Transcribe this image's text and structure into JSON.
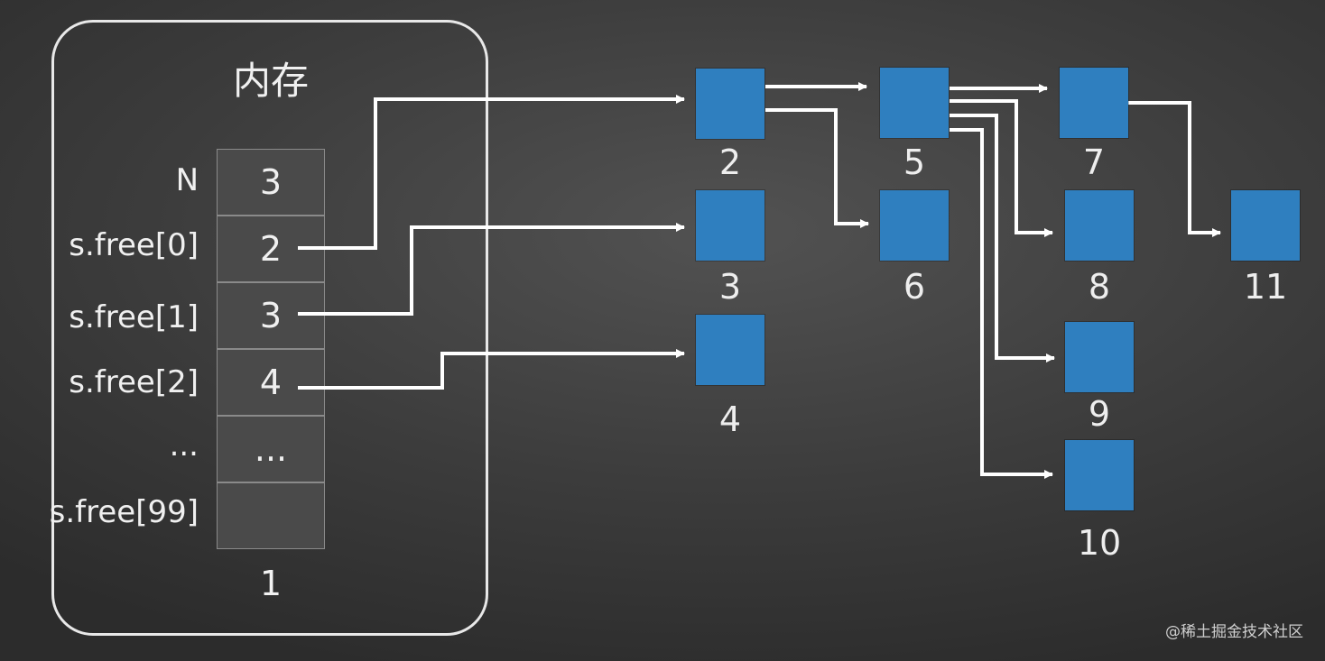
{
  "memory": {
    "title": "内存",
    "rows": [
      {
        "label": "N",
        "value": "3"
      },
      {
        "label": "s.free[0]",
        "value": "2"
      },
      {
        "label": "s.free[1]",
        "value": "3"
      },
      {
        "label": "s.free[2]",
        "value": "4"
      },
      {
        "label": "...",
        "value": "..."
      },
      {
        "label": "s.free[99]",
        "value": ""
      }
    ],
    "bottom_value": "1"
  },
  "nodes": {
    "n2": "2",
    "n3": "3",
    "n4": "4",
    "n5": "5",
    "n6": "6",
    "n7": "7",
    "n8": "8",
    "n9": "9",
    "n10": "10",
    "n11": "11"
  },
  "colors": {
    "node_fill": "#2f7fbf",
    "arrow": "#ffffff",
    "background": "#3c3c3c"
  },
  "watermark": "@稀土掘金技术社区"
}
